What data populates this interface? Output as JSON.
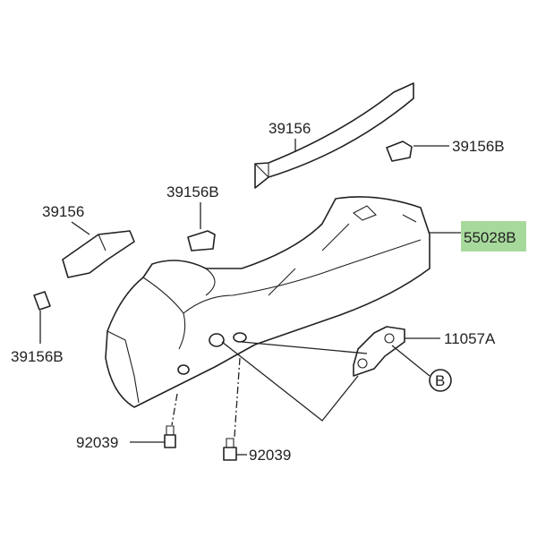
{
  "diagram": {
    "highlight_color": "#a8d99c",
    "callouts": [
      {
        "id": "top-rail",
        "text": "39156"
      },
      {
        "id": "right-clip",
        "text": "39156B"
      },
      {
        "id": "middle-clip",
        "text": "39156B"
      },
      {
        "id": "left-rail",
        "text": "39156"
      },
      {
        "id": "left-clip",
        "text": "39156B"
      },
      {
        "id": "main-cover",
        "text": "55028B",
        "highlighted": true
      },
      {
        "id": "bracket",
        "text": "11057A"
      },
      {
        "id": "ref-b",
        "text": "B"
      },
      {
        "id": "bolt-left",
        "text": "92039"
      },
      {
        "id": "bolt-right",
        "text": "92039"
      }
    ]
  }
}
